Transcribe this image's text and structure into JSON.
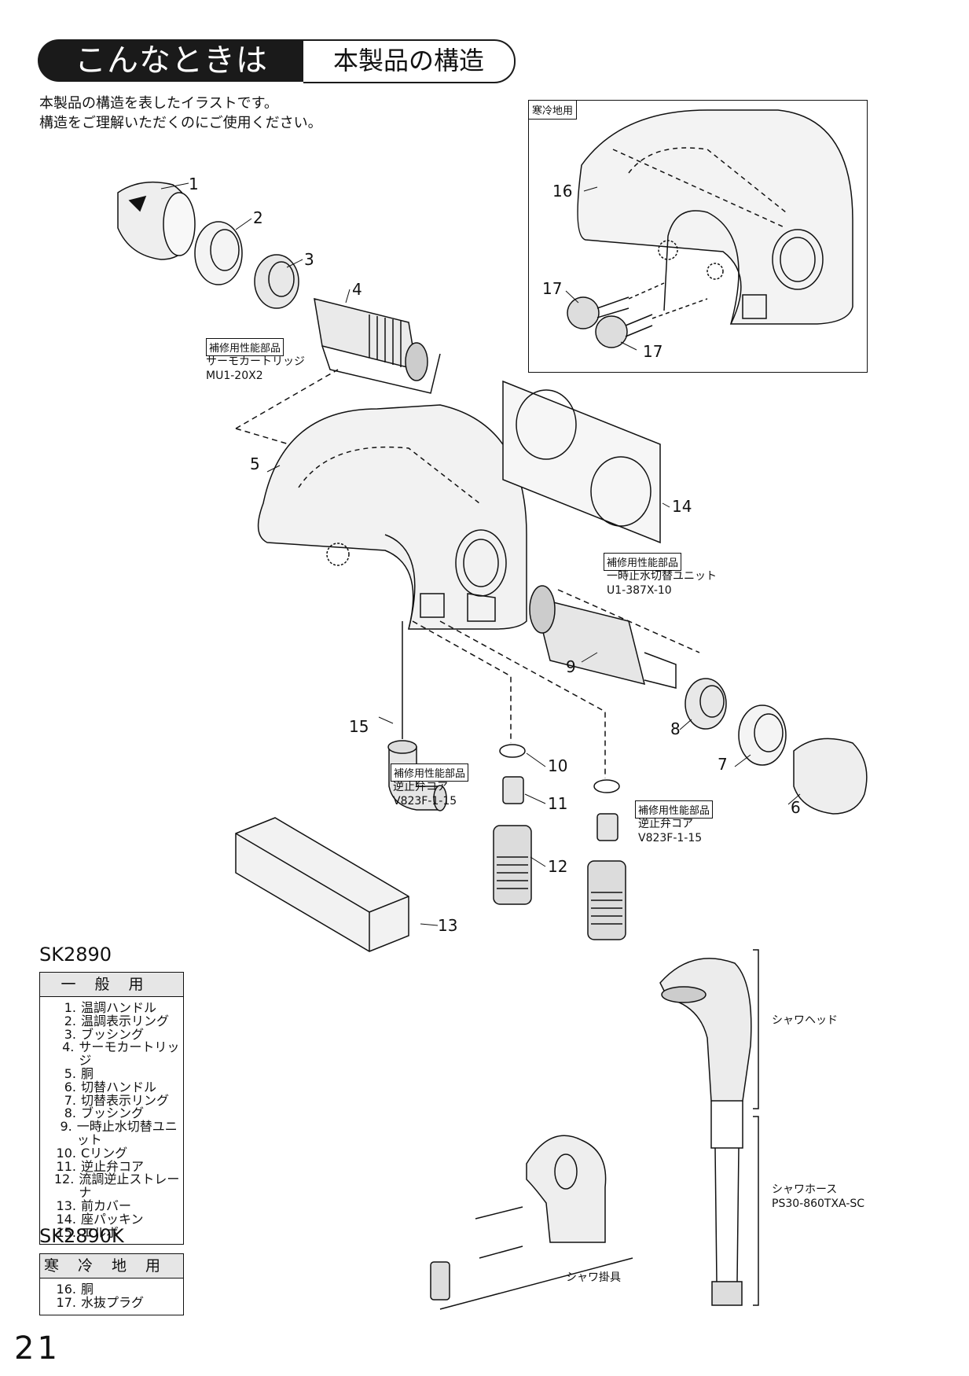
{
  "header": {
    "title": "こんなときは",
    "subtitle": "本製品の構造"
  },
  "intro": [
    "本製品の構造を表したイラストです。",
    "構造をご理解いただくのにご使用ください。"
  ],
  "inset": {
    "tag": "寒冷地用"
  },
  "callouts": {
    "n1": "1",
    "n2": "2",
    "n3": "3",
    "n4": "4",
    "n5": "5",
    "n6": "6",
    "n7": "7",
    "n8": "8",
    "n9": "9",
    "n10": "10",
    "n11": "11",
    "n12": "12",
    "n13": "13",
    "n14": "14",
    "n15": "15",
    "n16": "16",
    "n17a": "17",
    "n17b": "17"
  },
  "repair_tag": "補修用性能部品",
  "cartridge": {
    "name": "サーモカートリッジ",
    "code": "MU1-20X2"
  },
  "stop_unit": {
    "name": "一時止水切替ユニット",
    "code": "U1-387X-10"
  },
  "check_valve": {
    "name": "逆止弁コア",
    "code": "V823F-1-15"
  },
  "shower": {
    "head": "シャワヘッド",
    "hose": "シャワホース",
    "hose_code": "PS30-860TXA-SC",
    "holder": "シャワ掛具"
  },
  "legend_general": {
    "model": "SK2890",
    "header": "一般用",
    "items": [
      {
        "n": "1.",
        "label": "温調ハンドル"
      },
      {
        "n": "2.",
        "label": "温調表示リング"
      },
      {
        "n": "3.",
        "label": "ブッシング"
      },
      {
        "n": "4.",
        "label": "サーモカートリッジ"
      },
      {
        "n": "5.",
        "label": "胴"
      },
      {
        "n": "6.",
        "label": "切替ハンドル"
      },
      {
        "n": "7.",
        "label": "切替表示リング"
      },
      {
        "n": "8.",
        "label": "ブッシング"
      },
      {
        "n": "9.",
        "label": "一時止水切替ユニット"
      },
      {
        "n": "10.",
        "label": "Cリング"
      },
      {
        "n": "11.",
        "label": "逆止弁コア"
      },
      {
        "n": "12.",
        "label": "流調逆止ストレーナ"
      },
      {
        "n": "13.",
        "label": "前カバー"
      },
      {
        "n": "14.",
        "label": "座パッキン"
      },
      {
        "n": "15.",
        "label": "エルボ"
      }
    ]
  },
  "legend_cold": {
    "model": "SK2890K",
    "header": "寒冷地用",
    "items": [
      {
        "n": "16.",
        "label": "胴"
      },
      {
        "n": "17.",
        "label": "水抜プラグ"
      }
    ]
  },
  "page_number": "21"
}
